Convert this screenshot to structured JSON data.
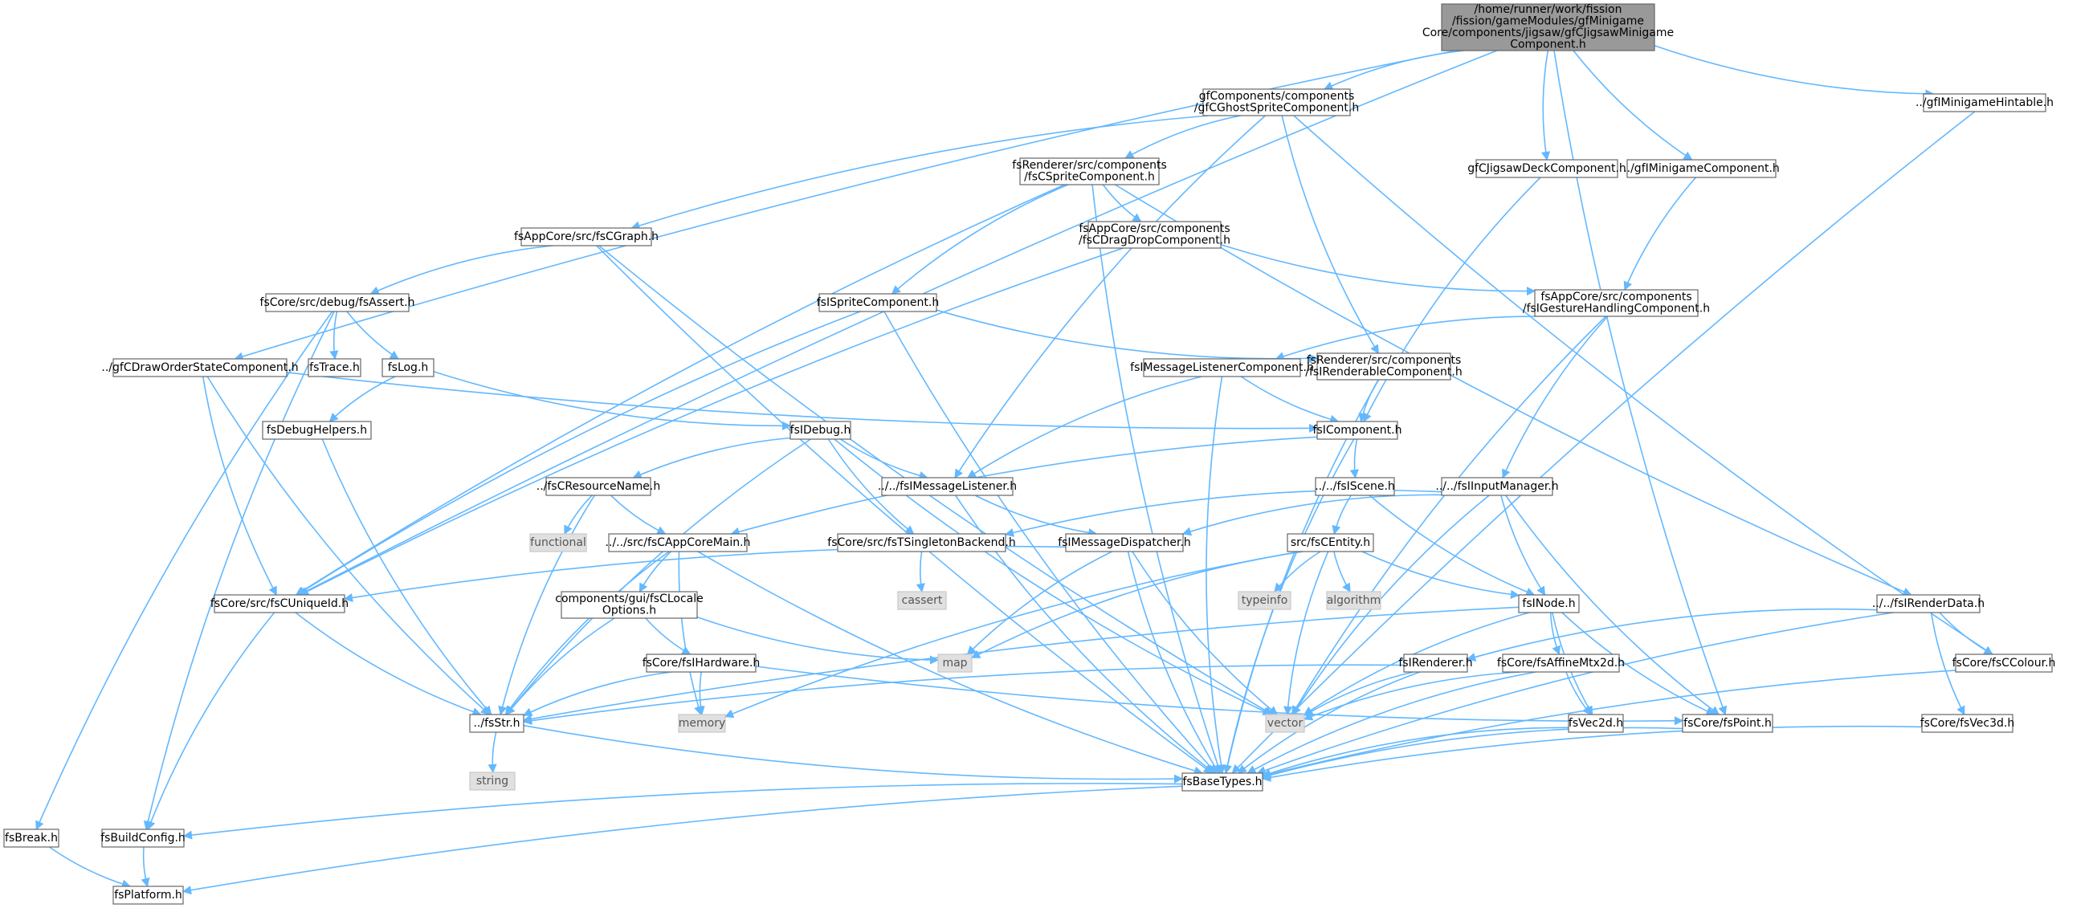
{
  "graph": {
    "edge_color": "#63b8ff",
    "node_border_color": "#666666",
    "root_fill": "#999999",
    "system_fill": "#e0e0e0",
    "nodes": [
      {
        "id": "root",
        "kind": "root",
        "lines": [
          "/home/runner/work/fission",
          "/fission/gameModules/gfMinigame",
          "Core/components/jigsaw/gfCJigsawMinigame",
          "Component.h"
        ]
      },
      {
        "id": "ghost",
        "kind": "normal",
        "lines": [
          "gfComponents/components",
          "/gfCGhostSpriteComponent.h"
        ]
      },
      {
        "id": "jigdeck",
        "kind": "normal",
        "lines": [
          "gfCJigsawDeckComponent.h"
        ]
      },
      {
        "id": "gfimini",
        "kind": "normal",
        "lines": [
          "../gfIMinigameComponent.h"
        ]
      },
      {
        "id": "hintable",
        "kind": "normal",
        "lines": [
          "../gfIMinigameHintable.h"
        ]
      },
      {
        "id": "spritecomp",
        "kind": "normal",
        "lines": [
          "fsRenderer/src/components",
          "/fsCSpriteComponent.h"
        ]
      },
      {
        "id": "cgraph",
        "kind": "normal",
        "lines": [
          "fsAppCore/src/fsCGraph.h"
        ]
      },
      {
        "id": "dragdrop",
        "kind": "normal",
        "lines": [
          "fsAppCore/src/components",
          "/fsCDragDropComponent.h"
        ]
      },
      {
        "id": "gesture",
        "kind": "normal",
        "lines": [
          "fsAppCore/src/components",
          "/fsIGestureHandlingComponent.h"
        ]
      },
      {
        "id": "assert",
        "kind": "normal",
        "lines": [
          "fsCore/src/debug/fsAssert.h"
        ]
      },
      {
        "id": "isprite",
        "kind": "normal",
        "lines": [
          "fsISpriteComponent.h"
        ]
      },
      {
        "id": "drawstate",
        "kind": "normal",
        "lines": [
          "../gfCDrawOrderStateComponent.h"
        ]
      },
      {
        "id": "trace",
        "kind": "normal",
        "lines": [
          "fsTrace.h"
        ]
      },
      {
        "id": "log",
        "kind": "normal",
        "lines": [
          "fsLog.h"
        ]
      },
      {
        "id": "msglistcomp",
        "kind": "normal",
        "lines": [
          "fsIMessageListenerComponent.h"
        ]
      },
      {
        "id": "renderable",
        "kind": "normal",
        "lines": [
          "fsRenderer/src/components",
          "/fsIRenderableComponent.h"
        ]
      },
      {
        "id": "debughelpers",
        "kind": "normal",
        "lines": [
          "fsDebugHelpers.h"
        ]
      },
      {
        "id": "idebug",
        "kind": "normal",
        "lines": [
          "fsIDebug.h"
        ]
      },
      {
        "id": "icomponent",
        "kind": "normal",
        "lines": [
          "fsIComponent.h"
        ]
      },
      {
        "id": "resname",
        "kind": "normal",
        "lines": [
          "../fsCResourceName.h"
        ]
      },
      {
        "id": "msglistener",
        "kind": "normal",
        "lines": [
          "../../fsIMessageListener.h"
        ]
      },
      {
        "id": "iscene",
        "kind": "normal",
        "lines": [
          "../../fsIScene.h"
        ]
      },
      {
        "id": "inputmgr",
        "kind": "normal",
        "lines": [
          "../../fsIInputManager.h"
        ]
      },
      {
        "id": "functional",
        "kind": "system",
        "lines": [
          "functional"
        ]
      },
      {
        "id": "appcoremain",
        "kind": "normal",
        "lines": [
          "../../src/fsCAppCoreMain.h"
        ]
      },
      {
        "id": "singleton",
        "kind": "normal",
        "lines": [
          "fsCore/src/fsTSingletonBackend.h"
        ]
      },
      {
        "id": "msgdisp",
        "kind": "normal",
        "lines": [
          "fsIMessageDispatcher.h"
        ]
      },
      {
        "id": "centity",
        "kind": "normal",
        "lines": [
          "src/fsCEntity.h"
        ]
      },
      {
        "id": "cassert",
        "kind": "system",
        "lines": [
          "cassert"
        ]
      },
      {
        "id": "typeinfo",
        "kind": "system",
        "lines": [
          "typeinfo"
        ]
      },
      {
        "id": "algorithm",
        "kind": "system",
        "lines": [
          "algorithm"
        ]
      },
      {
        "id": "renderdata",
        "kind": "normal",
        "lines": [
          "../../fsIRenderData.h"
        ]
      },
      {
        "id": "uniqueid",
        "kind": "normal",
        "lines": [
          "fsCore/src/fsCUniqueId.h"
        ]
      },
      {
        "id": "locale",
        "kind": "normal",
        "lines": [
          "components/gui/fsCLocale",
          "Options.h"
        ]
      },
      {
        "id": "inode",
        "kind": "normal",
        "lines": [
          "fsINode.h"
        ]
      },
      {
        "id": "map",
        "kind": "system",
        "lines": [
          "map"
        ]
      },
      {
        "id": "hardware",
        "kind": "normal",
        "lines": [
          "fsCore/fsIHardware.h"
        ]
      },
      {
        "id": "irenderer",
        "kind": "normal",
        "lines": [
          "fsIRenderer.h"
        ]
      },
      {
        "id": "affine",
        "kind": "normal",
        "lines": [
          "fsCore/fsAffineMtx2d.h"
        ]
      },
      {
        "id": "colour",
        "kind": "normal",
        "lines": [
          "fsCore/fsCColour.h"
        ]
      },
      {
        "id": "memory",
        "kind": "system",
        "lines": [
          "memory"
        ]
      },
      {
        "id": "vector",
        "kind": "system",
        "lines": [
          "vector"
        ]
      },
      {
        "id": "fsstr",
        "kind": "normal",
        "lines": [
          "../fsStr.h"
        ]
      },
      {
        "id": "vec2d",
        "kind": "normal",
        "lines": [
          "fsVec2d.h"
        ]
      },
      {
        "id": "point",
        "kind": "normal",
        "lines": [
          "fsCore/fsPoint.h"
        ]
      },
      {
        "id": "vec3d",
        "kind": "normal",
        "lines": [
          "fsCore/fsVec3d.h"
        ]
      },
      {
        "id": "string",
        "kind": "system",
        "lines": [
          "string"
        ]
      },
      {
        "id": "basetypes",
        "kind": "normal",
        "lines": [
          "fsBaseTypes.h"
        ]
      },
      {
        "id": "break",
        "kind": "normal",
        "lines": [
          "fsBreak.h"
        ]
      },
      {
        "id": "buildconfig",
        "kind": "normal",
        "lines": [
          "fsBuildConfig.h"
        ]
      },
      {
        "id": "platform",
        "kind": "normal",
        "lines": [
          "fsPlatform.h"
        ]
      }
    ],
    "edges": [
      [
        "root",
        "ghost"
      ],
      [
        "root",
        "jigdeck"
      ],
      [
        "root",
        "gfimini"
      ],
      [
        "root",
        "hintable"
      ],
      [
        "root",
        "drawstate"
      ],
      [
        "root",
        "uniqueid"
      ],
      [
        "root",
        "point"
      ],
      [
        "ghost",
        "spritecomp"
      ],
      [
        "ghost",
        "cgraph"
      ],
      [
        "ghost",
        "msglistener"
      ],
      [
        "ghost",
        "renderable"
      ],
      [
        "ghost",
        "colour"
      ],
      [
        "jigdeck",
        "icomponent"
      ],
      [
        "gfimini",
        "gesture"
      ],
      [
        "hintable",
        "basetypes"
      ],
      [
        "spritecomp",
        "dragdrop"
      ],
      [
        "spritecomp",
        "isprite"
      ],
      [
        "spritecomp",
        "uniqueid"
      ],
      [
        "spritecomp",
        "basetypes"
      ],
      [
        "spritecomp",
        "renderdata"
      ],
      [
        "cgraph",
        "assert"
      ],
      [
        "cgraph",
        "basetypes"
      ],
      [
        "cgraph",
        "vector"
      ],
      [
        "dragdrop",
        "gesture"
      ],
      [
        "dragdrop",
        "uniqueid"
      ],
      [
        "gesture",
        "msglistcomp"
      ],
      [
        "gesture",
        "inputmgr"
      ],
      [
        "gesture",
        "vector"
      ],
      [
        "assert",
        "trace"
      ],
      [
        "assert",
        "log"
      ],
      [
        "assert",
        "break"
      ],
      [
        "assert",
        "buildconfig"
      ],
      [
        "isprite",
        "renderable"
      ],
      [
        "isprite",
        "uniqueid"
      ],
      [
        "isprite",
        "basetypes"
      ],
      [
        "drawstate",
        "icomponent"
      ],
      [
        "drawstate",
        "uniqueid"
      ],
      [
        "drawstate",
        "fsstr"
      ],
      [
        "log",
        "debughelpers"
      ],
      [
        "log",
        "idebug"
      ],
      [
        "msglistcomp",
        "icomponent"
      ],
      [
        "msglistcomp",
        "msglistener"
      ],
      [
        "msglistcomp",
        "basetypes"
      ],
      [
        "renderable",
        "icomponent"
      ],
      [
        "renderable",
        "basetypes"
      ],
      [
        "debughelpers",
        "fsstr"
      ],
      [
        "idebug",
        "resname"
      ],
      [
        "idebug",
        "msglistener"
      ],
      [
        "idebug",
        "singleton"
      ],
      [
        "idebug",
        "fsstr"
      ],
      [
        "idebug",
        "vector"
      ],
      [
        "icomponent",
        "iscene"
      ],
      [
        "icomponent",
        "appcoremain"
      ],
      [
        "icomponent",
        "basetypes"
      ],
      [
        "resname",
        "functional"
      ],
      [
        "resname",
        "appcoremain"
      ],
      [
        "resname",
        "fsstr"
      ],
      [
        "msglistener",
        "msgdisp"
      ],
      [
        "msglistener",
        "basetypes"
      ],
      [
        "iscene",
        "centity"
      ],
      [
        "iscene",
        "inode"
      ],
      [
        "inputmgr",
        "msgdisp"
      ],
      [
        "inputmgr",
        "singleton"
      ],
      [
        "inputmgr",
        "inode"
      ],
      [
        "inputmgr",
        "point"
      ],
      [
        "inputmgr",
        "vector"
      ],
      [
        "appcoremain",
        "locale"
      ],
      [
        "appcoremain",
        "fsstr"
      ],
      [
        "appcoremain",
        "memory"
      ],
      [
        "appcoremain",
        "basetypes"
      ],
      [
        "singleton",
        "cassert"
      ],
      [
        "msgdisp",
        "uniqueid"
      ],
      [
        "msgdisp",
        "map"
      ],
      [
        "msgdisp",
        "vector"
      ],
      [
        "msgdisp",
        "basetypes"
      ],
      [
        "centity",
        "typeinfo"
      ],
      [
        "centity",
        "algorithm"
      ],
      [
        "centity",
        "inode"
      ],
      [
        "centity",
        "map"
      ],
      [
        "centity",
        "memory"
      ],
      [
        "centity",
        "vector"
      ],
      [
        "renderdata",
        "colour"
      ],
      [
        "renderdata",
        "vec3d"
      ],
      [
        "renderdata",
        "irenderer"
      ],
      [
        "renderdata",
        "basetypes"
      ],
      [
        "uniqueid",
        "buildconfig"
      ],
      [
        "uniqueid",
        "fsstr"
      ],
      [
        "locale",
        "hardware"
      ],
      [
        "locale",
        "map"
      ],
      [
        "locale",
        "fsstr"
      ],
      [
        "inode",
        "affine"
      ],
      [
        "inode",
        "vec2d"
      ],
      [
        "inode",
        "point"
      ],
      [
        "inode",
        "fsstr"
      ],
      [
        "inode",
        "vector"
      ],
      [
        "hardware",
        "memory"
      ],
      [
        "hardware",
        "point"
      ],
      [
        "hardware",
        "fsstr"
      ],
      [
        "irenderer",
        "vector"
      ],
      [
        "irenderer",
        "fsstr"
      ],
      [
        "irenderer",
        "basetypes"
      ],
      [
        "affine",
        "vec2d"
      ],
      [
        "affine",
        "vector"
      ],
      [
        "affine",
        "basetypes"
      ],
      [
        "colour",
        "basetypes"
      ],
      [
        "fsstr",
        "string"
      ],
      [
        "fsstr",
        "basetypes"
      ],
      [
        "vec2d",
        "basetypes"
      ],
      [
        "point",
        "basetypes"
      ],
      [
        "vec3d",
        "basetypes"
      ],
      [
        "basetypes",
        "buildconfig"
      ],
      [
        "basetypes",
        "platform"
      ],
      [
        "break",
        "platform"
      ],
      [
        "buildconfig",
        "platform"
      ]
    ]
  }
}
